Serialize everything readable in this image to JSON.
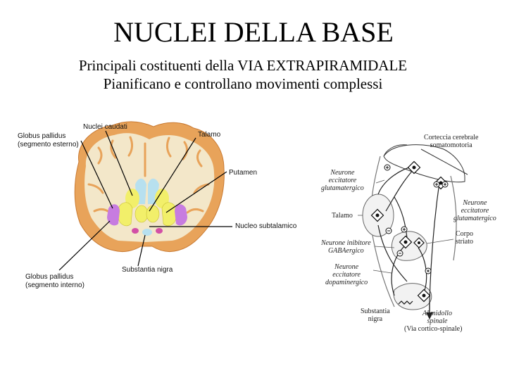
{
  "title": "NUCLEI DELLA BASE",
  "subtitle_lines": [
    "Principali costituenti della VIA EXTRAPIRAMIDALE",
    "Pianificano e controllano movimenti complessi"
  ],
  "brain_diagram": {
    "labels": {
      "globus_pallidus_external": [
        "Globus pallidus",
        "(segmento esterno)"
      ],
      "nuclei_caudati": "Nuclei caudati",
      "talamo": "Talamo",
      "putamen": "Putamen",
      "nucleo_subtalamico": "Nucleo subtalamico",
      "substantia_nigra": "Substantia nigra",
      "globus_pallidus_internal": [
        "Globus pallidus",
        "(segmento interno)"
      ]
    },
    "colors": {
      "white_matter": "#f3e7c9",
      "cortex": "#e8a35a",
      "globus_pallidus": "#c77ce0",
      "putamen_thalamus": "#f2ef6a",
      "ventricles": "#b7e0ef",
      "subthalamic": "#d24fa6"
    }
  },
  "circuit_diagram": {
    "labels": {
      "corteccia": [
        "Corteccia cerebrale",
        "somatomotoria"
      ],
      "neurone_eccitatore_glut_left": [
        "Neurone",
        "eccitatore",
        "glutamatergico"
      ],
      "neurone_eccitatore_glut_right": [
        "Neurone",
        "eccitatore",
        "glutamatergico"
      ],
      "talamo": "Talamo",
      "corpo_striato": [
        "Corpo",
        "striato"
      ],
      "neurone_inibitore": [
        "Neurone inibitore",
        "GABAergico"
      ],
      "neurone_dopaminergico": [
        "Neurone",
        "eccitatore",
        "dopaminergico"
      ],
      "substantia_nigra": [
        "Substantia",
        "nigra"
      ],
      "al_midollo": [
        "Al midollo",
        "spinale"
      ],
      "via_cortico_spinale": "(Via cortico-spinale)"
    }
  }
}
